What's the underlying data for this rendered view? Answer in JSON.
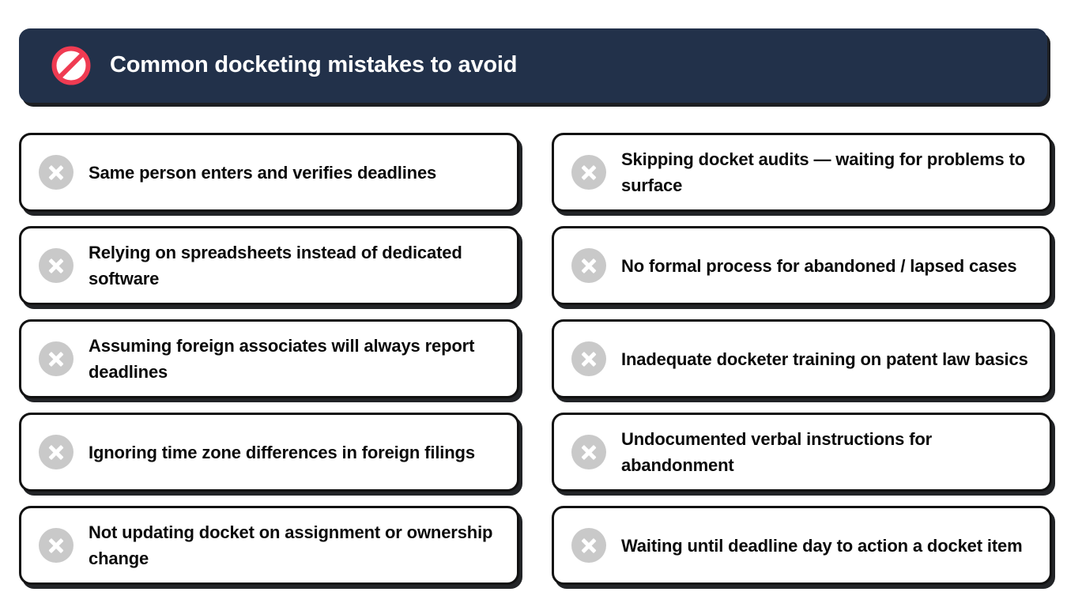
{
  "header": {
    "title": "Common docketing mistakes to avoid",
    "icon": "prohibition-icon",
    "background_color": "#22314a",
    "text_color": "#ffffff",
    "icon_color": "#ef3b52"
  },
  "cards": {
    "item_icon": "circle-x-icon",
    "icon_bg_color": "#c9c9c9",
    "icon_mark_color": "#ffffff",
    "border_color": "#111111",
    "background_color": "#ffffff",
    "text_color": "#0a0a0a",
    "left_column": [
      {
        "text": "Same person enters and verifies deadlines"
      },
      {
        "text": "Relying on spreadsheets instead of dedicated software"
      },
      {
        "text": "Assuming foreign associates will always report deadlines"
      },
      {
        "text": "Ignoring time zone differences in foreign filings"
      },
      {
        "text": "Not updating docket on assignment or ownership change"
      }
    ],
    "right_column": [
      {
        "text": "Skipping docket audits — waiting for problems to surface"
      },
      {
        "text": "No formal process for abandoned / lapsed cases"
      },
      {
        "text": "Inadequate docketer training on patent law basics"
      },
      {
        "text": "Undocumented verbal instructions for abandonment"
      },
      {
        "text": "Waiting until deadline day to action a docket item"
      }
    ]
  }
}
